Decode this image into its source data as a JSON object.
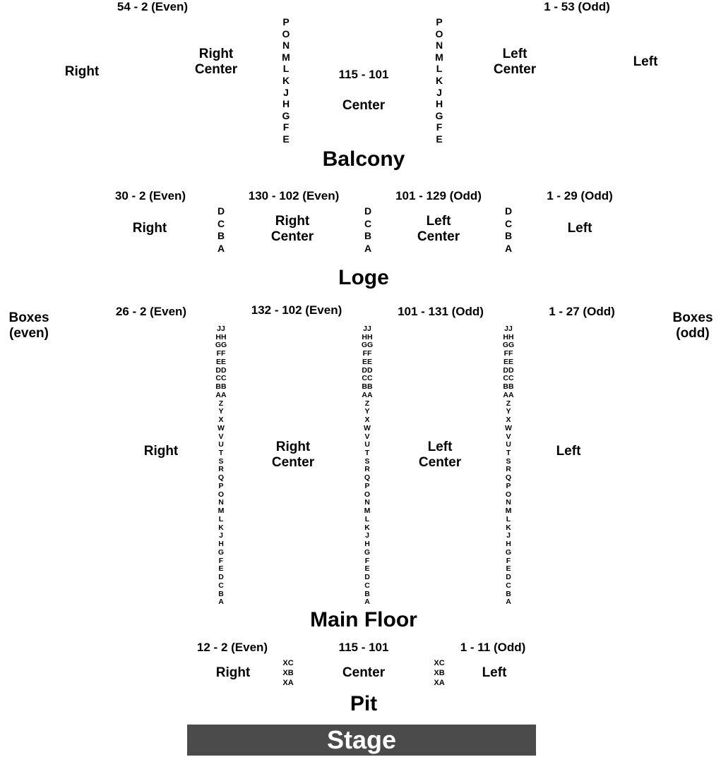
{
  "balcony": {
    "title": "Balcony",
    "range_right": "54 - 2 (Even)",
    "range_left": "1 - 53 (Odd)",
    "range_center": "115 - 101",
    "right": "Right",
    "right_center_1": "Right",
    "right_center_2": "Center",
    "center": "Center",
    "left_center_1": "Left",
    "left_center_2": "Center",
    "left": "Left",
    "rows": [
      "P",
      "O",
      "N",
      "M",
      "L",
      "K",
      "J",
      "H",
      "G",
      "F",
      "E"
    ]
  },
  "loge": {
    "title": "Loge",
    "range_right": "30 - 2 (Even)",
    "range_right_center": "130 - 102 (Even)",
    "range_left_center": "101 - 129 (Odd)",
    "range_left": "1 - 29 (Odd)",
    "right": "Right",
    "right_center_1": "Right",
    "right_center_2": "Center",
    "left_center_1": "Left",
    "left_center_2": "Center",
    "left": "Left",
    "rows": [
      "D",
      "C",
      "B",
      "A"
    ]
  },
  "main_floor": {
    "title": "Main Floor",
    "boxes_even_1": "Boxes",
    "boxes_even_2": "(even)",
    "boxes_odd_1": "Boxes",
    "boxes_odd_2": "(odd)",
    "range_right": "26 - 2 (Even)",
    "range_right_center": "132 - 102 (Even)",
    "range_left_center": "101 - 131 (Odd)",
    "range_left": "1 - 27 (Odd)",
    "right": "Right",
    "right_center_1": "Right",
    "right_center_2": "Center",
    "left_center_1": "Left",
    "left_center_2": "Center",
    "left": "Left",
    "rows": [
      "JJ",
      "HH",
      "GG",
      "FF",
      "EE",
      "DD",
      "CC",
      "BB",
      "AA",
      "Z",
      "Y",
      "X",
      "W",
      "V",
      "U",
      "T",
      "S",
      "R",
      "Q",
      "P",
      "O",
      "N",
      "M",
      "L",
      "K",
      "J",
      "H",
      "G",
      "F",
      "E",
      "D",
      "C",
      "B",
      "A"
    ]
  },
  "pit": {
    "title": "Pit",
    "range_right": "12 - 2 (Even)",
    "range_center": "115 - 101",
    "range_left": "1 - 11 (Odd)",
    "right": "Right",
    "center": "Center",
    "left": "Left",
    "rows": [
      "XC",
      "XB",
      "XA"
    ]
  },
  "stage": {
    "label": "Stage",
    "color": "#4b4b4b"
  }
}
